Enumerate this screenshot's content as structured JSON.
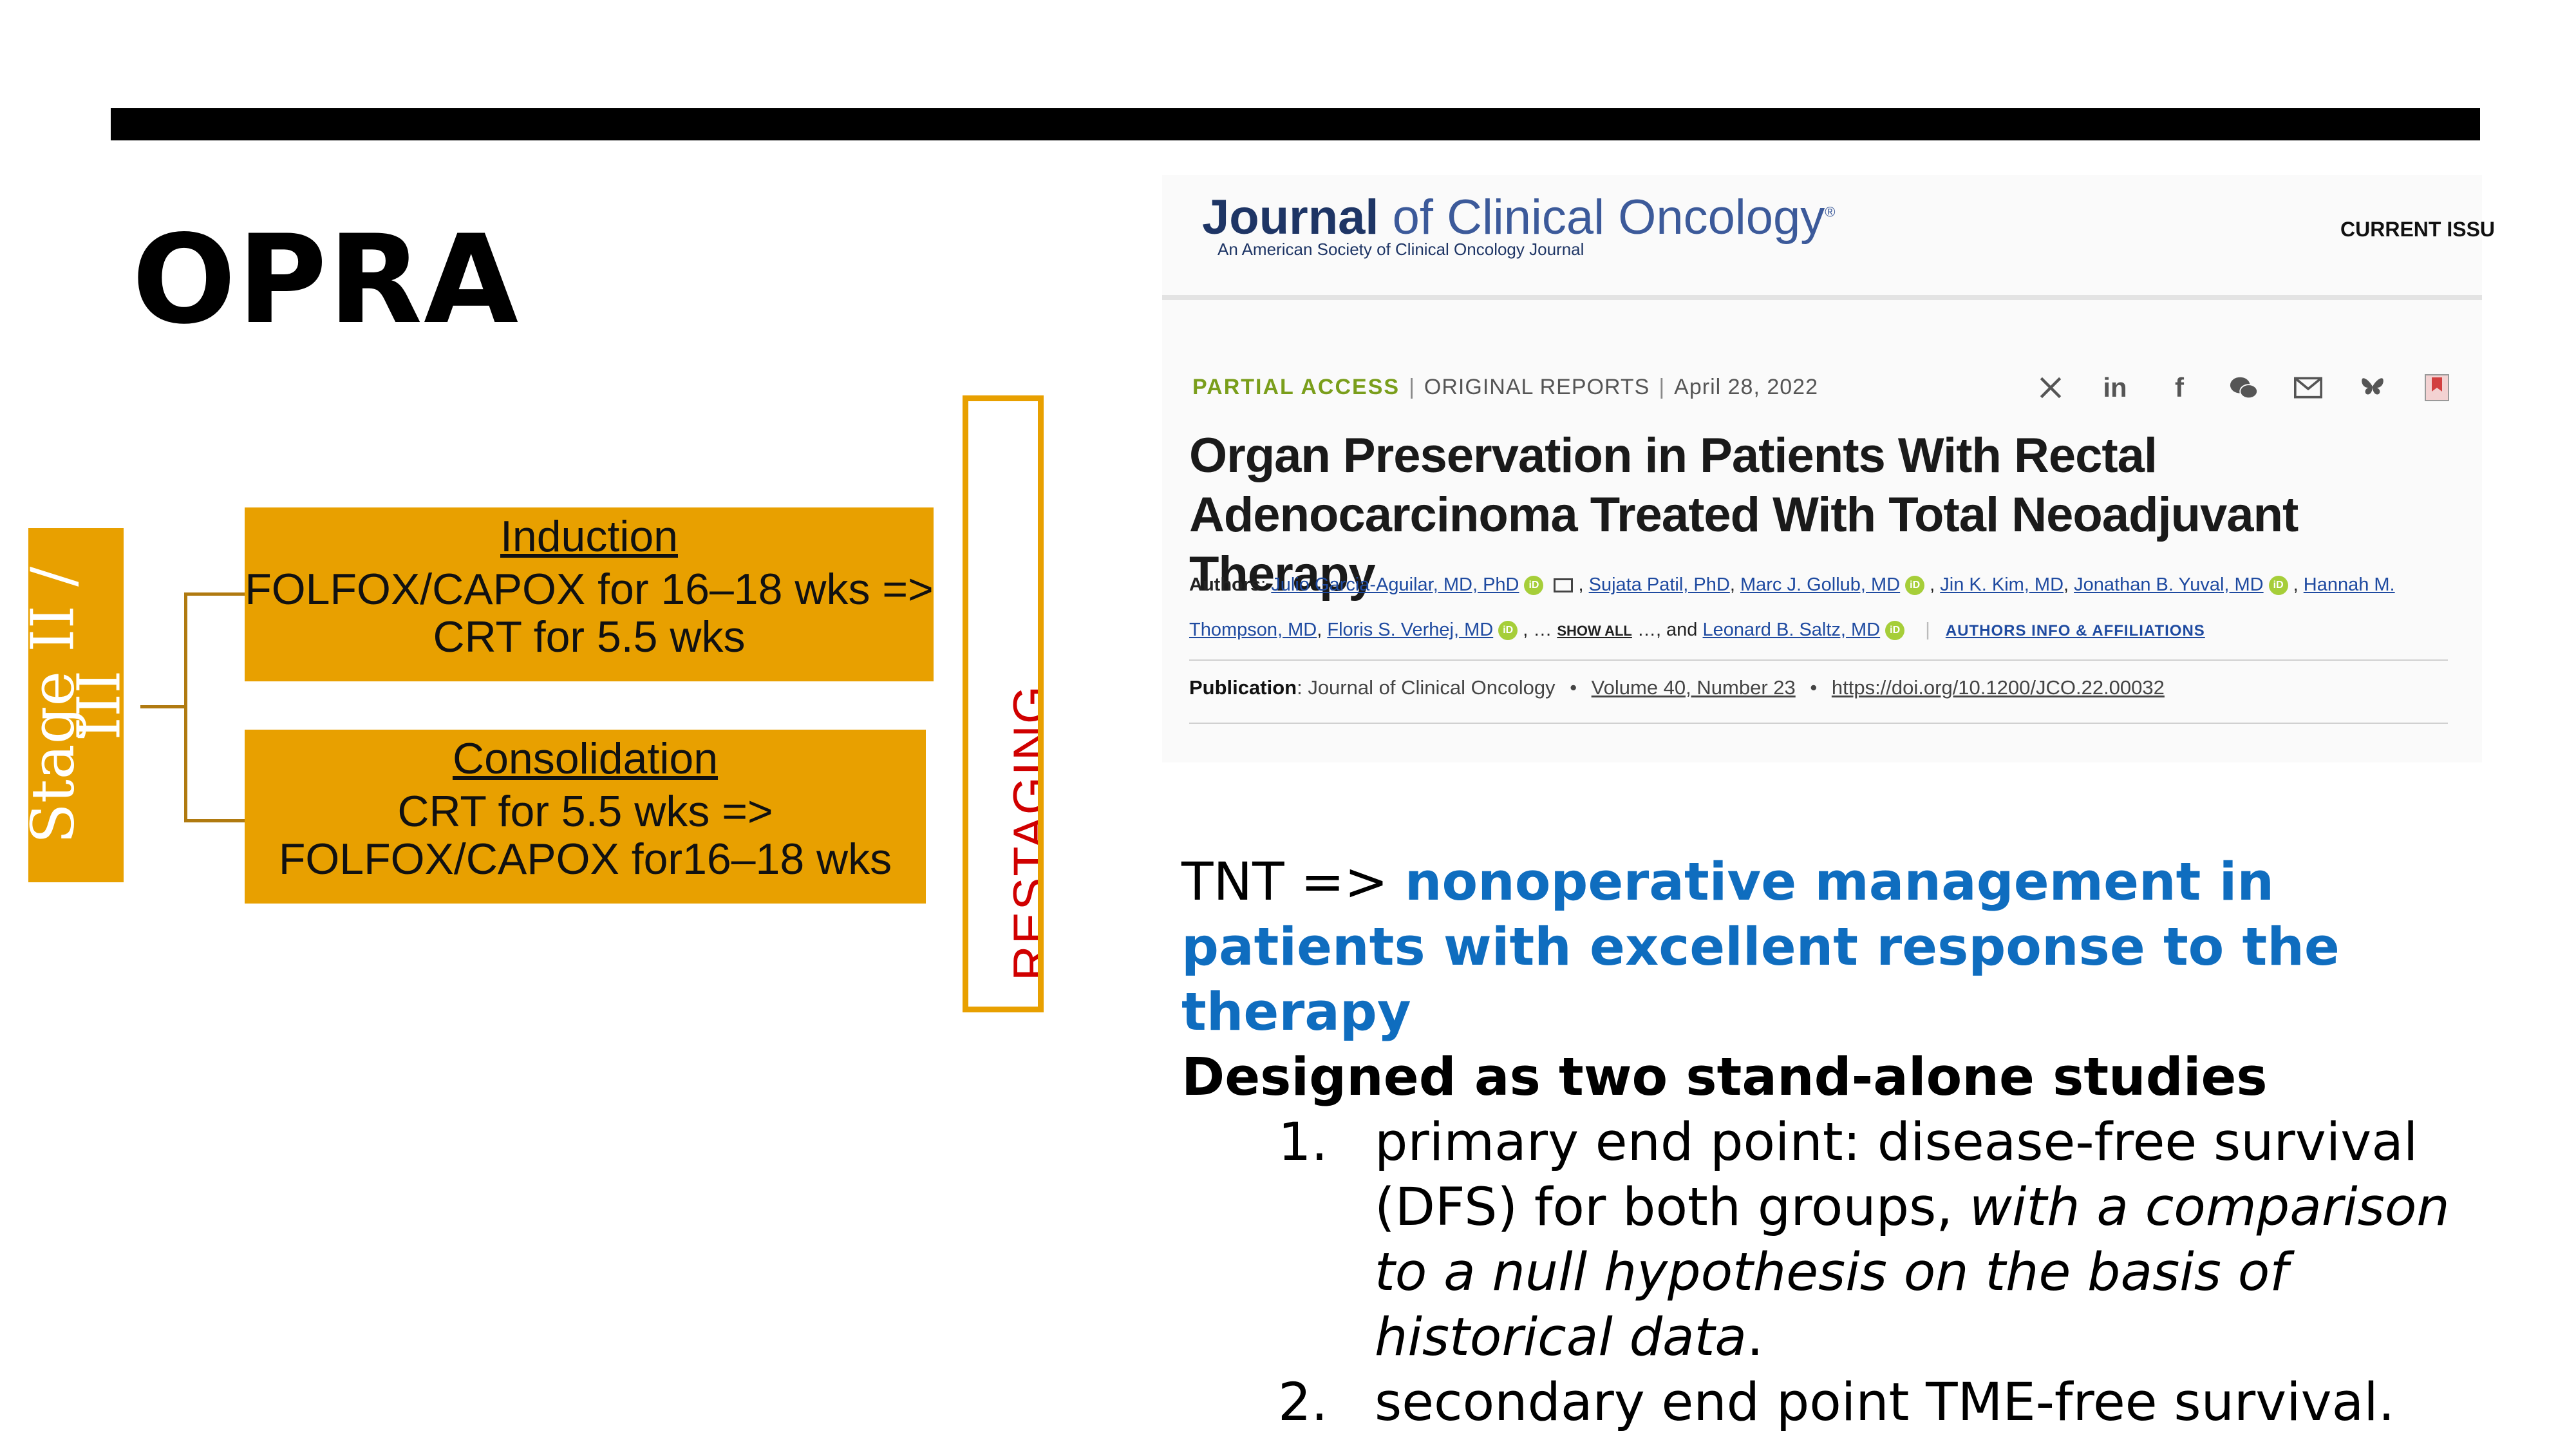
{
  "slide": {
    "title": "OPRA",
    "stage_label": "Stage II / III",
    "induction": {
      "heading": "Induction",
      "line1": "FOLFOX/CAPOX for 16–18 wks =>",
      "line2": "CRT for 5.5 wks"
    },
    "consolidation": {
      "heading": "Consolidation",
      "line1": "CRT for 5.5 wks =>",
      "line2": "FOLFOX/CAPOX for16–18 wks"
    },
    "restaging_label": "RESTAGING",
    "colors": {
      "box": "#E8A000",
      "restaging_text": "#D00000",
      "highlight": "#0F6DBF"
    }
  },
  "journal": {
    "logo_journal": "Journal",
    "logo_rest": "of Clinical Oncology",
    "logo_reg": "®",
    "logo_sub": "An American Society of Clinical Oncology Journal",
    "nav_item": "CURRENT ISSU",
    "access": "PARTIAL ACCESS",
    "section": "ORIGINAL REPORTS",
    "date": "April 28, 2022",
    "share_icons": [
      "x-icon",
      "linkedin-icon",
      "facebook-icon",
      "wechat-icon",
      "email-icon",
      "bluesky-icon",
      "bookmark-icon"
    ],
    "title": "Organ Preservation in Patients With Rectal Adenocarcinoma Treated With Total Neoadjuvant Therapy",
    "authors_label": "Authors",
    "authors": [
      "Julio Garcia-Aguilar, MD, PhD",
      "Sujata Patil, PhD",
      "Marc J. Gollub, MD",
      "Jin K. Kim, MD",
      "Jonathan B. Yuval, MD",
      "Hannah M. Thompson, MD",
      "Floris S. Verhej, MD",
      "Leonard B. Saltz, MD"
    ],
    "show_all": "SHOW ALL",
    "and_text": "…, and",
    "affiliations_link": "AUTHORS INFO & AFFILIATIONS",
    "publication_label": "Publication",
    "publication_name": "Journal of Clinical Oncology",
    "volume": "Volume 40, Number 23",
    "doi": "https://doi.org/10.1200/JCO.22.00032"
  },
  "summary": {
    "lead": "TNT =>",
    "highlight": "nonoperative management in patients with excellent response to the therapy",
    "design": "Designed as two stand-alone studies",
    "points": [
      {
        "num": "1.",
        "text": "primary end point: disease-free survival (DFS) for both groups,",
        "italic": "with a comparison to a null hypothesis on the basis of historical data",
        "end": "."
      },
      {
        "num": "2.",
        "text": "secondary end point TME-free survival."
      }
    ]
  }
}
